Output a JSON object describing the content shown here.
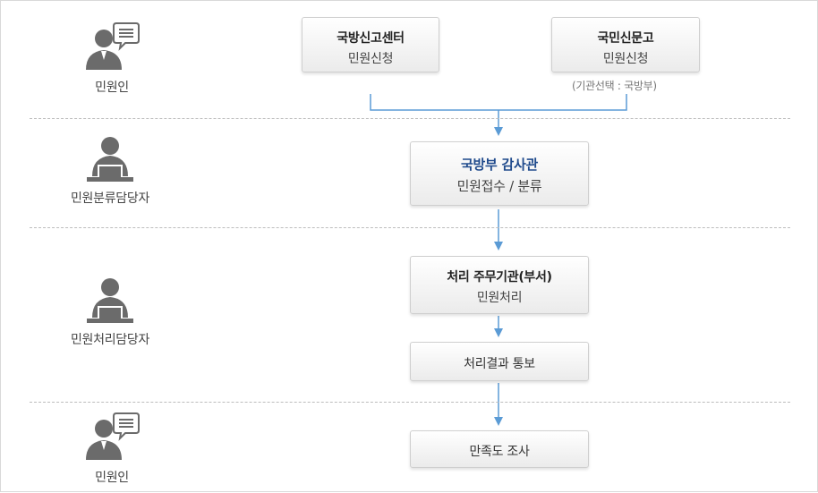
{
  "roles": {
    "petitioner_top": "민원인",
    "classifier": "민원분류담당자",
    "processor": "민원처리담당자",
    "petitioner_bottom": "민원인"
  },
  "sources": {
    "mnd_report_center": {
      "title": "국방신고센터",
      "sub": "민원신청"
    },
    "epeople": {
      "title": "국민신문고",
      "sub": "민원신청",
      "note": "(기관선택 : 국방부)"
    }
  },
  "steps": {
    "inspector": {
      "title": "국방부 감사관",
      "sub": "민원접수 / 분류"
    },
    "handling_agency": {
      "title": "처리 주무기관(부서)",
      "sub": "민원처리"
    },
    "notify": {
      "label": "처리결과 통보"
    },
    "survey": {
      "label": "만족도 조사"
    }
  },
  "colors": {
    "connector": "#5b9bd5",
    "highlight_title": "#1f4a8c",
    "icon": "#6b6b6b"
  },
  "icons": {
    "petitioner": "person-speech-bubble-icon",
    "staff": "person-laptop-icon"
  }
}
